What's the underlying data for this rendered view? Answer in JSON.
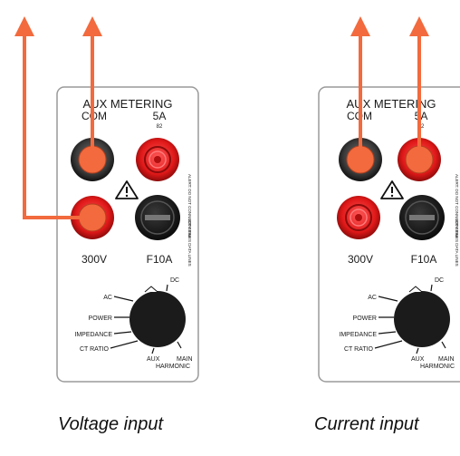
{
  "colors": {
    "arrow": "#f26a3d",
    "jack_red": "#e01818",
    "jack_dark": "#333333",
    "fuse": "#1a1a1a",
    "panel_border": "#9a9a9a"
  },
  "icons": [
    "warning-triangle-icon",
    "selector-knob-icon",
    "fuse-holder-icon"
  ],
  "panels": [
    {
      "title": "AUX METERING",
      "com_label": "COM",
      "fivea_label": "5A",
      "fivea_sub": "82",
      "v300_label": "300V",
      "f10a_label": "F10A",
      "side_text": "ALERT: DO NOT CONNECT SERIES DATA LINES",
      "side_text2": "300V max",
      "switch": {
        "ac": "AC",
        "dc": "DC",
        "power": "POWER",
        "impedance": "IMPEDANCE",
        "ct_ratio": "CT RATIO",
        "aux": "AUX",
        "main": "MAIN",
        "harmonic": "HARMONIC"
      },
      "caption": "Voltage input"
    },
    {
      "title": "AUX METERING",
      "com_label": "COM",
      "fivea_label": "5A",
      "fivea_sub": "82",
      "v300_label": "300V",
      "f10a_label": "F10A",
      "side_text": "ALERT: DO NOT CONNECT SERIES DATA LINES",
      "side_text2": "300V max",
      "switch": {
        "ac": "AC",
        "dc": "DC",
        "power": "POWER",
        "impedance": "IMPEDANCE",
        "ct_ratio": "CT RATIO",
        "aux": "AUX",
        "main": "MAIN",
        "harmonic": "HARMONIC"
      },
      "caption": "Current input"
    }
  ]
}
